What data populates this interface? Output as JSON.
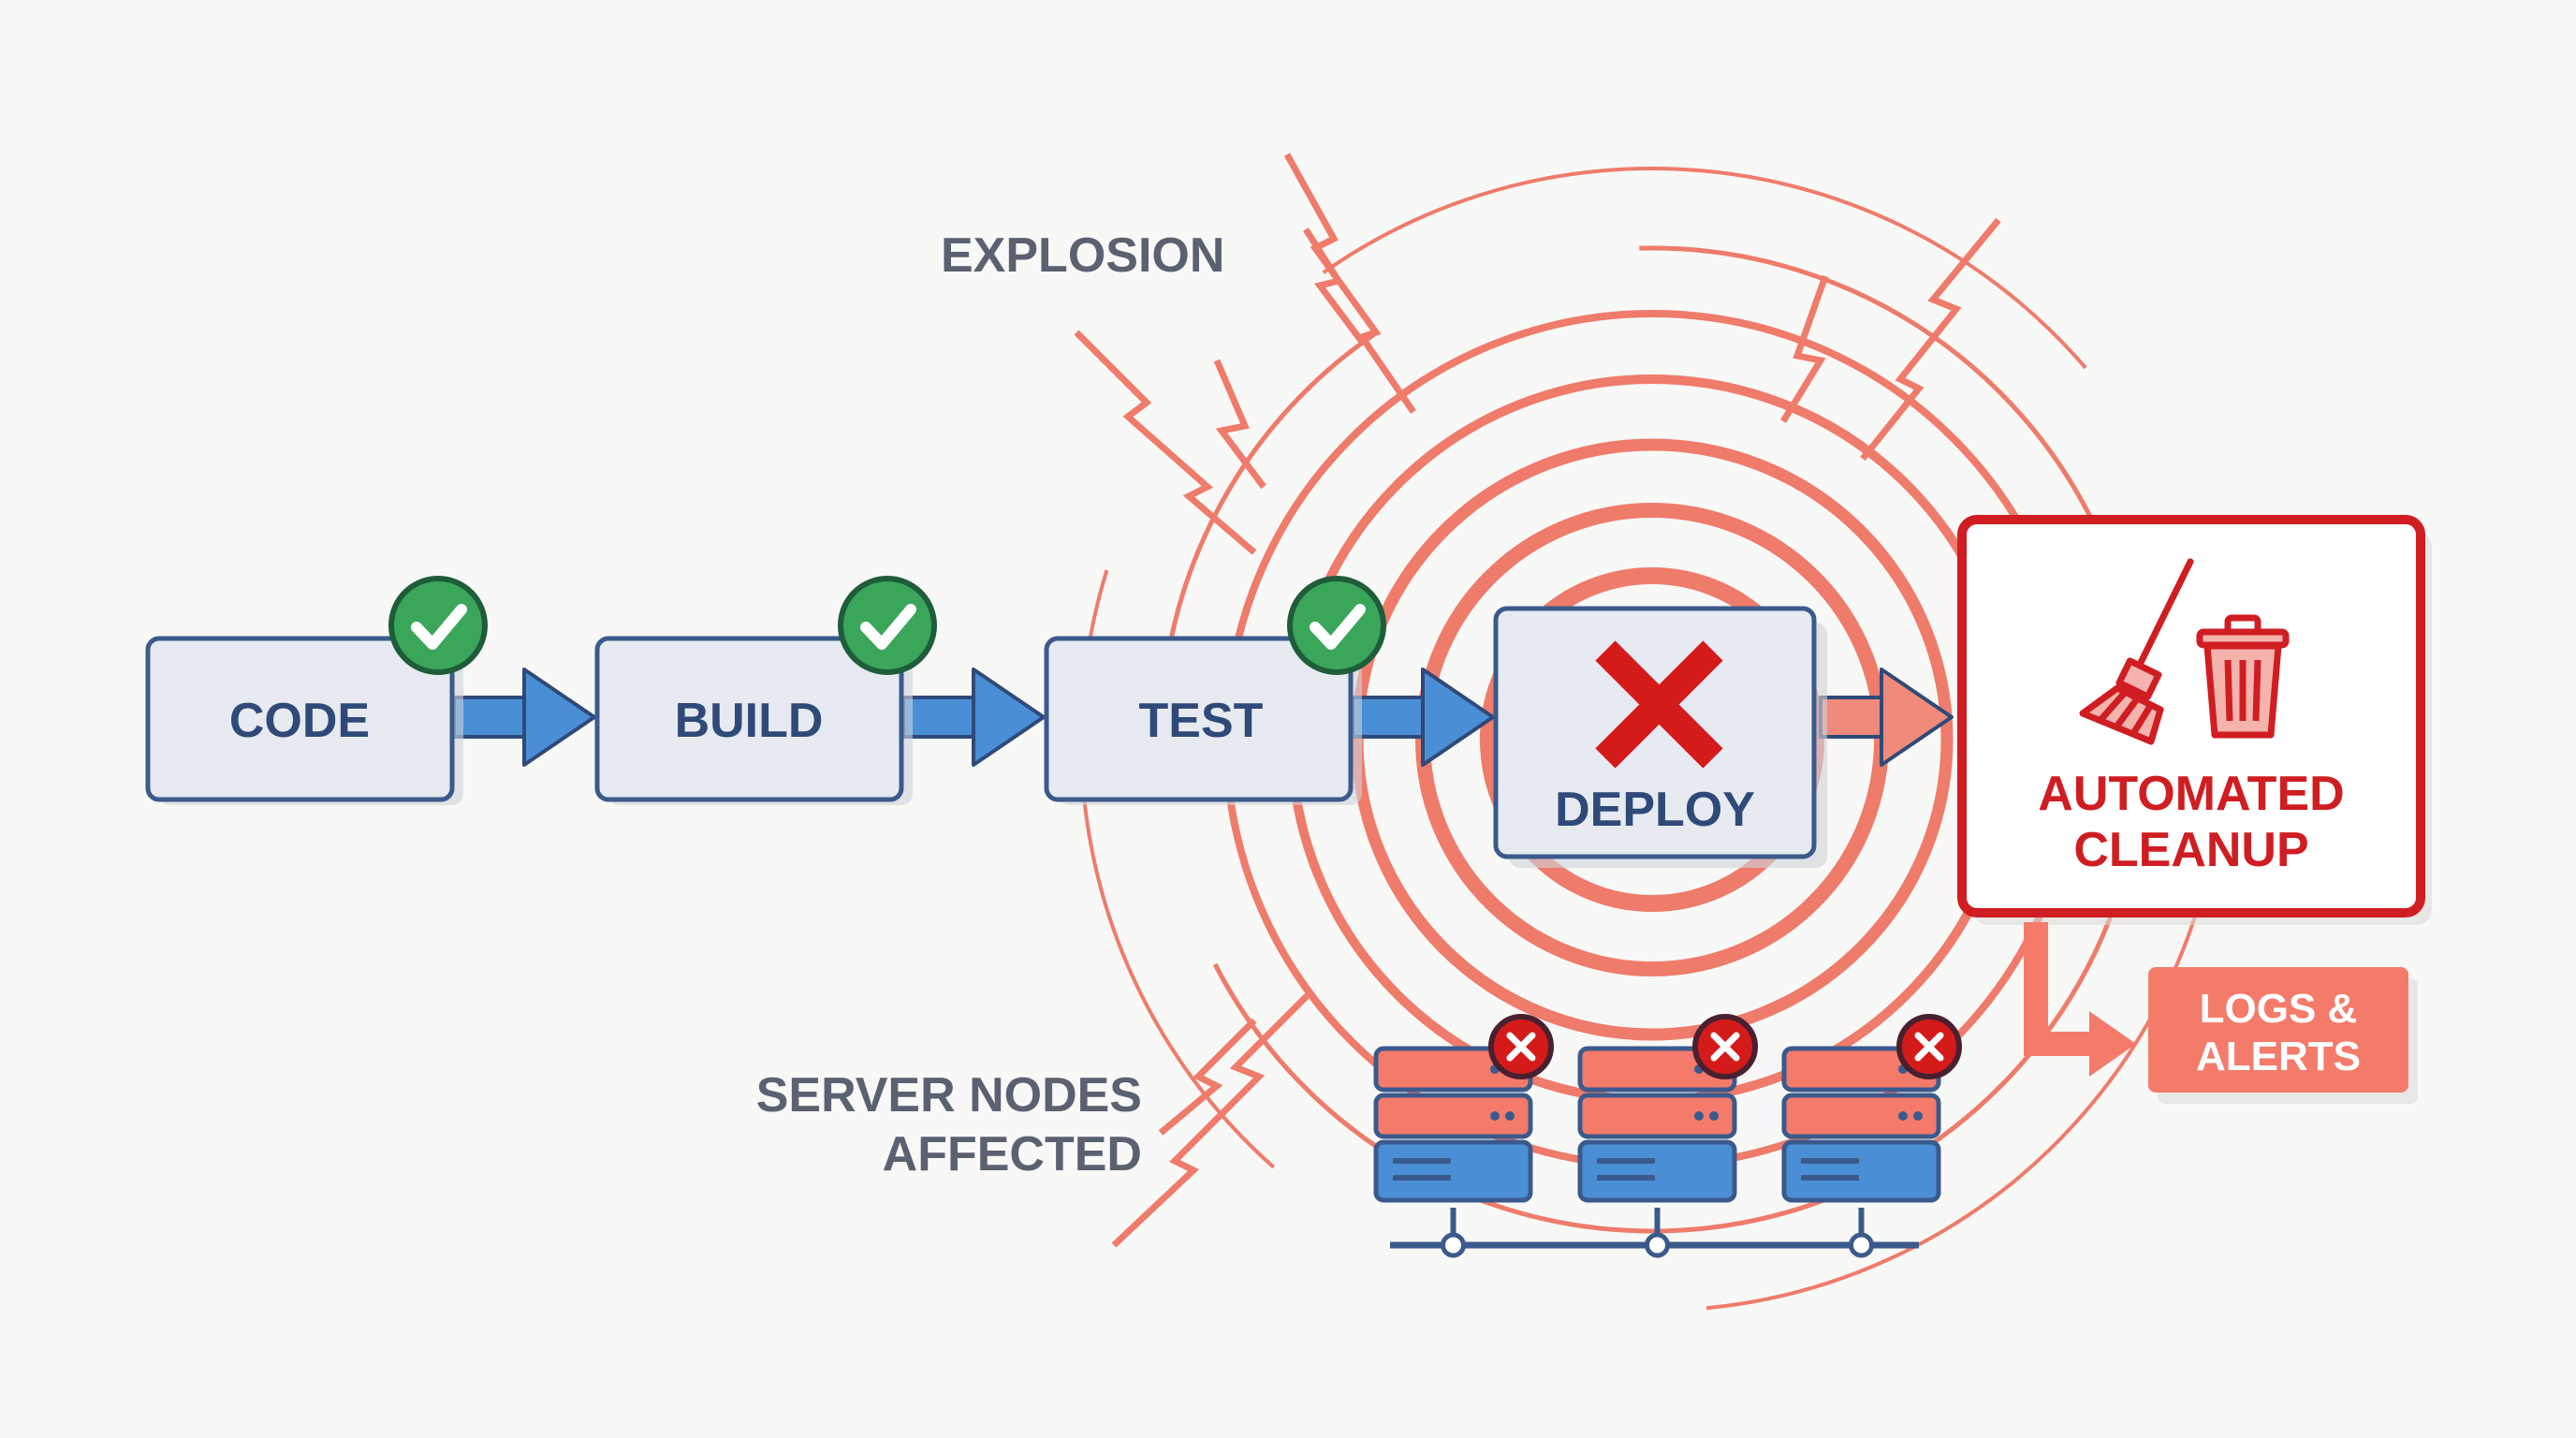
{
  "colors": {
    "background": "#f8f8f6",
    "stage_fill": "#e7eaf0",
    "stage_border": "#3b5a8c",
    "stage_text": "#2f4a78",
    "arrow_blue": "#4a8fd6",
    "check_green": "#3aa65a",
    "fail_red": "#d51a1a",
    "blast_coral": "#ef7b6b",
    "cleanup_red": "#cf1d22",
    "logs_fill": "#f47b6a",
    "annotation_gray": "#5a6170"
  },
  "pipeline": {
    "stages": [
      {
        "label": "CODE",
        "status": "passed",
        "icon": "check-icon"
      },
      {
        "label": "BUILD",
        "status": "passed",
        "icon": "check-icon"
      },
      {
        "label": "TEST",
        "status": "passed",
        "icon": "check-icon"
      },
      {
        "label": "DEPLOY",
        "status": "failed",
        "icon": "x-icon"
      }
    ]
  },
  "annotations": {
    "explosion": "EXPLOSION",
    "servers_line1": "SERVER NODES",
    "servers_line2": "AFFECTED"
  },
  "cleanup": {
    "line1": "AUTOMATED",
    "line2": "CLEANUP",
    "icons": [
      "broom-icon",
      "trash-icon"
    ]
  },
  "logs": {
    "line1": "LOGS &",
    "line2": "ALERTS"
  },
  "servers": {
    "count": 3,
    "status_icon": "x-icon"
  }
}
